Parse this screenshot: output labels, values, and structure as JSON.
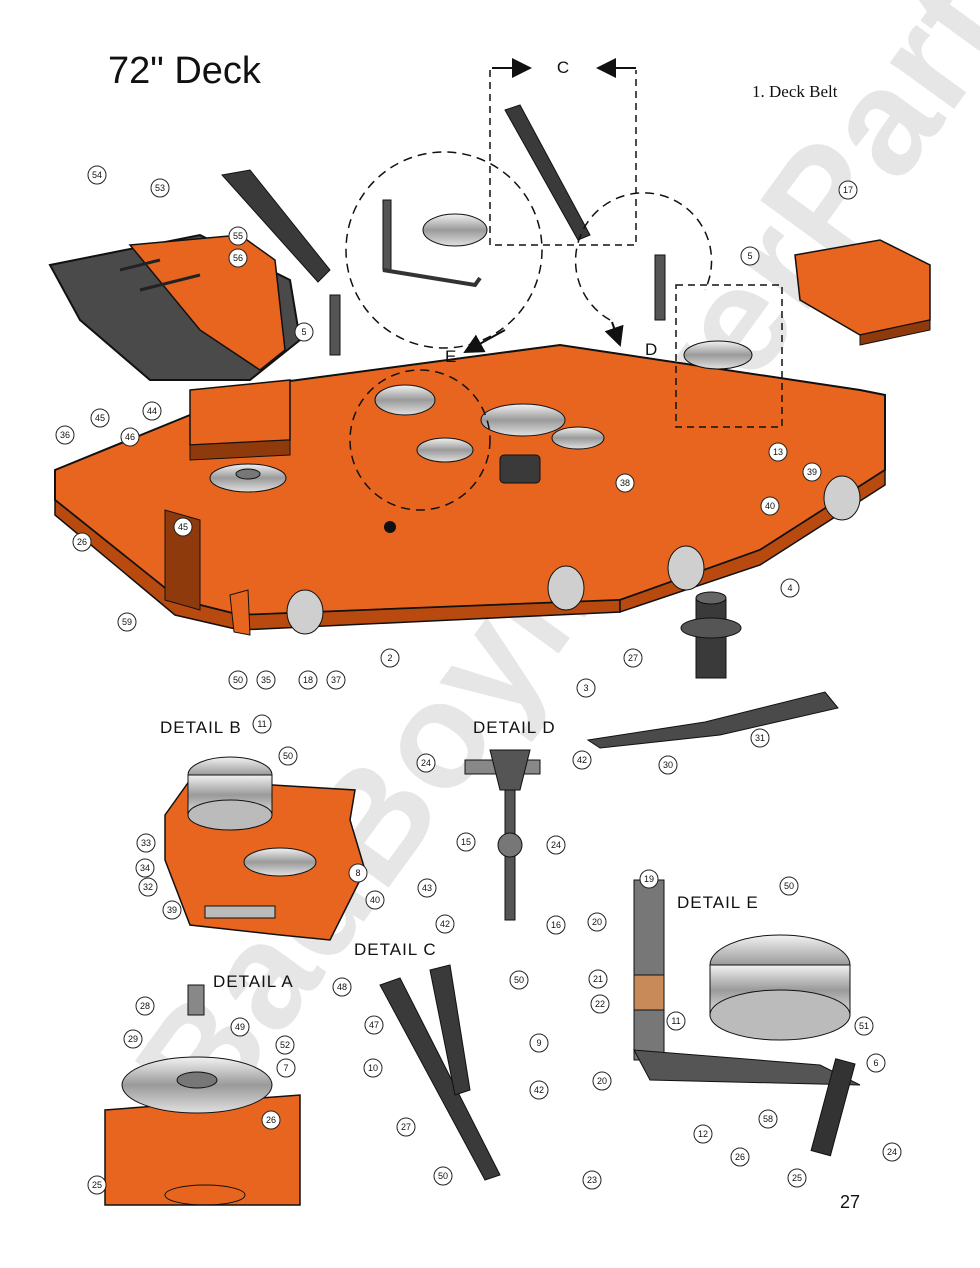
{
  "title": "72\" Deck",
  "legend": "1. Deck Belt",
  "page_number": "27",
  "watermark": "BadBoyMowerParts.com",
  "details": {
    "b": "DETAIL  B",
    "d": "DETAIL  D",
    "e": "DETAIL  E",
    "a": "DETAIL  A",
    "c": "DETAIL  C"
  },
  "view_markers": {
    "c": "C",
    "d": "D",
    "e": "E"
  },
  "callouts": [
    "54",
    "53",
    "55",
    "56",
    "5",
    "17",
    "5",
    "36",
    "45",
    "46",
    "44",
    "45",
    "26",
    "59",
    "13",
    "39",
    "38",
    "40",
    "4",
    "27",
    "50",
    "35",
    "18",
    "37",
    "2",
    "3",
    "31",
    "30",
    "11",
    "50",
    "24",
    "42",
    "15",
    "24",
    "43",
    "42",
    "16",
    "33",
    "34",
    "32",
    "39",
    "8",
    "40",
    "19",
    "50",
    "20",
    "21",
    "22",
    "11",
    "51",
    "6",
    "20",
    "58",
    "12",
    "26",
    "24",
    "25",
    "48",
    "50",
    "47",
    "9",
    "10",
    "42",
    "27",
    "50",
    "23",
    "28",
    "29",
    "49",
    "52",
    "7",
    "26",
    "25"
  ],
  "colors": {
    "deck": "#e8651f",
    "deck_dark": "#b84a10",
    "deck_shadow": "#8f3a0c",
    "metal": "#c8c8c8",
    "dark_metal": "#3a3a3a"
  }
}
